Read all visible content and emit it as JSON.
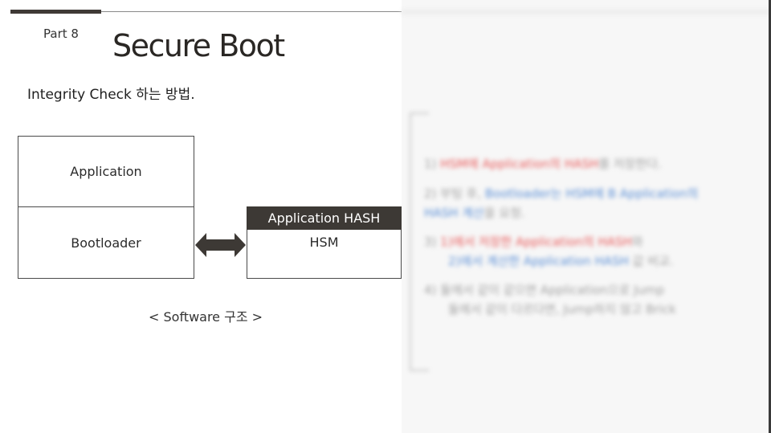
{
  "slide": {
    "part_label": "Part 8",
    "title": "Secure Boot",
    "subtitle": "Integrity Check 하는 방법."
  },
  "diagram": {
    "application_box": "Application",
    "bootloader_box": "Bootloader",
    "hsm_header": "Application HASH",
    "hsm_box": "HSM",
    "caption": "< Software 구조 >"
  },
  "notes_blurred": {
    "line1_prefix": "1) ",
    "line1_red": "HSM에 Application의 HASH",
    "line1_suffix": "를 저장한다.",
    "line2_prefix": "2) 부팅 후, ",
    "line2_blue": "Bootloader는 HSM에 B Application의",
    "line3_blue": "HASH 계산",
    "line3_suffix": "을 요청.",
    "line4_prefix": "3) ",
    "line4_red": "1)에서 저장한 Application의 HASH",
    "line4_suffix": "와",
    "line5_blue": "2)에서 계산한 Application HASH",
    "line5_suffix": " 값 비교.",
    "line6": "4) 둘에서 같이 같으면 Application으로 Jump",
    "line7": "둘에서 같이 다르다면, Jump하지 않고 Brick"
  },
  "colors": {
    "dark_bar": "#3d3935",
    "note_red": "#e85a5a",
    "note_blue": "#5b8fd6"
  }
}
